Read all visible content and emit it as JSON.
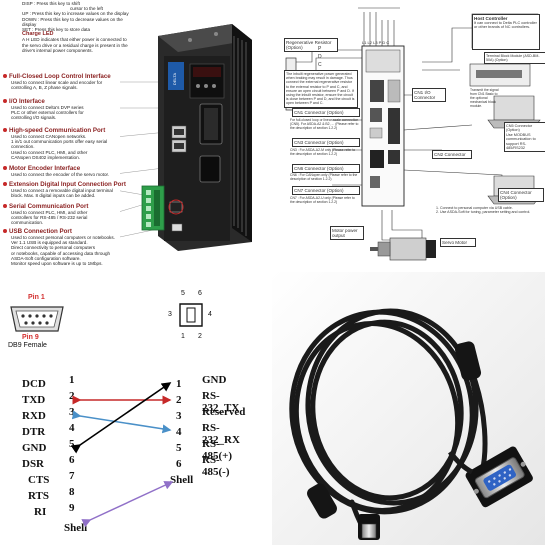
{
  "colors": {
    "red": "#c62828",
    "blue": "#4a90c8",
    "purple": "#9070c8",
    "black": "#000000",
    "cable": "#1a1a1a"
  },
  "top_left": {
    "intro_lines": [
      "DISP : Press this key to shift",
      "cursor to the left",
      "UP : Press this key to increase values on the display",
      "DOWN : Press this key to decrease values on the display",
      "SET : Press this key to store data",
      "Charge LED",
      "A H LED indicates that either power is connected to",
      "the servo drive or a residual charge is present in the",
      "drive's internal power components."
    ],
    "sections": [
      {
        "title": "Full-Closed Loop Control Interface",
        "lines": [
          "Used to connect linear scale and encoder for",
          "controlling A, B, Z phase signals."
        ]
      },
      {
        "title": "I/O Interface",
        "lines": [
          "Used to connect Delta's DVP series",
          "PLC or other external controllers for",
          "controlling I/O signals."
        ]
      },
      {
        "title": "High-speed Communication Port",
        "lines": [
          "Used to connect CANopen networks.",
          "1 in/1 out communication ports offer easy serial",
          "connection.",
          "Used to connect PLC, HMI, and other",
          "CANopen DS402 implementation."
        ]
      },
      {
        "title": "Motor Encoder Interface",
        "lines": [
          "Used to connect the encoder of the servo motor."
        ]
      },
      {
        "title": "Extension Digital Input Connection Port",
        "lines": [
          "Used to connect a removable digital input terminal",
          "block. Max. 8 digital inputs can be added."
        ]
      },
      {
        "title": "Serial Communication Port",
        "lines": [
          "Used to connect PLC, HMI, and other",
          "controllers for RS-485 / RS-232 serial",
          "communication."
        ]
      },
      {
        "title": "USB Connection Port",
        "lines": [
          "Used to connect personal computers or notebooks.",
          "Ver 1.1 USB is equipped as standard.",
          "Direct connectivity to personal computers",
          "or notebooks, capable of accessing data through",
          "ASDA-Soft configuration software.",
          "Monitor speed upon software is up to 1Mbps."
        ]
      }
    ]
  },
  "top_right": {
    "labels": {
      "regen": "Regenerative Resistor (Option)",
      "host": "Host Controller",
      "host_desc": "It can connect to Delta PLC controller or other brands of NC controllers.",
      "regen_desc": "The inbuilt regenerative power generated when braking may result in damage. Thus connect the external regenerative resistor to the external resistor to P and C, and ensure an open circuit between P and D. If using the inbuilt resistor, ensure the circuit is close between P and D, and the circuit is open between P and C.",
      "cn1_io": "CN1 I/O Connector",
      "cn1_opt": "CN1 Connector (Option)",
      "cn1_desc": "For full-closed loop or linear-scale connection (CN5). For ASDA-A2 & B2, ... (Please refer to the description of section 1.2.2)",
      "cn3_opt": "CN3 Connector (Option)",
      "cn3_desc": "CN3 : For ASDA-A2-M only (Please refer to the description of section 1.2.2)",
      "cn2": "CN2 Connector",
      "cn6_opt": "CN6 Connector (Option)",
      "cn6_desc": "CN6 : For CANopen only (Please refer to the description of section 1.2.2)",
      "cn7_opt": "CN7 Connector (Option)",
      "cn7_desc": "CN7 : For ASDA-A2-U only (Please refer to the description of section 1.2.2)",
      "cn4": "CN4 Connector (Option)",
      "cn4_desc1": "1. Connect to personal computer via USB cable.",
      "cn4_desc2": "2. Use ASDA-Soft for tuning, parameter setting and control.",
      "cn5_opt": "CN5 Connector (Option)",
      "cn5_desc": "Use MODBUS communication to support RS-485/RS232",
      "tbm": "Terminal Block Module (ASD-BM-50A) (Option)",
      "tbm_desc": "Transmit the signal from CN1 Basic to the optional mechanical block module.",
      "motor_power": "Motor power output",
      "servo_motor": "Servo Motor",
      "terminals": "L1 L2 L3 P D C",
      "pdc": [
        "P",
        "D",
        "C"
      ]
    }
  },
  "pinout": {
    "pin1_label": "Pin 1",
    "pin9_label": "Pin 9",
    "db9_label": "DB9 Female",
    "mini_nums_top": [
      "5",
      "6"
    ],
    "mini_nums_side_left": "3",
    "mini_nums_side_right": "4",
    "mini_nums_bottom": [
      "1",
      "2"
    ],
    "left": [
      {
        "name": "DCD",
        "pin": "1"
      },
      {
        "name": "TXD",
        "pin": "2"
      },
      {
        "name": "RXD",
        "pin": "3"
      },
      {
        "name": "DTR",
        "pin": "4"
      },
      {
        "name": "GND",
        "pin": "5"
      },
      {
        "name": "DSR",
        "pin": "6"
      },
      {
        "name": "CTS",
        "pin": "7"
      },
      {
        "name": "RTS",
        "pin": "8"
      },
      {
        "name": "RI",
        "pin": "9"
      }
    ],
    "left_shell": "Shell",
    "right": [
      {
        "pin": "1",
        "name": "GND"
      },
      {
        "pin": "2",
        "name": "RS-232_TX"
      },
      {
        "pin": "3",
        "name": "Reserved"
      },
      {
        "pin": "4",
        "name": "RS-232_RX"
      },
      {
        "pin": "5",
        "name": "RS-485(+)"
      },
      {
        "pin": "6",
        "name": "RS-485(-)"
      }
    ],
    "right_shell": "Shell"
  }
}
